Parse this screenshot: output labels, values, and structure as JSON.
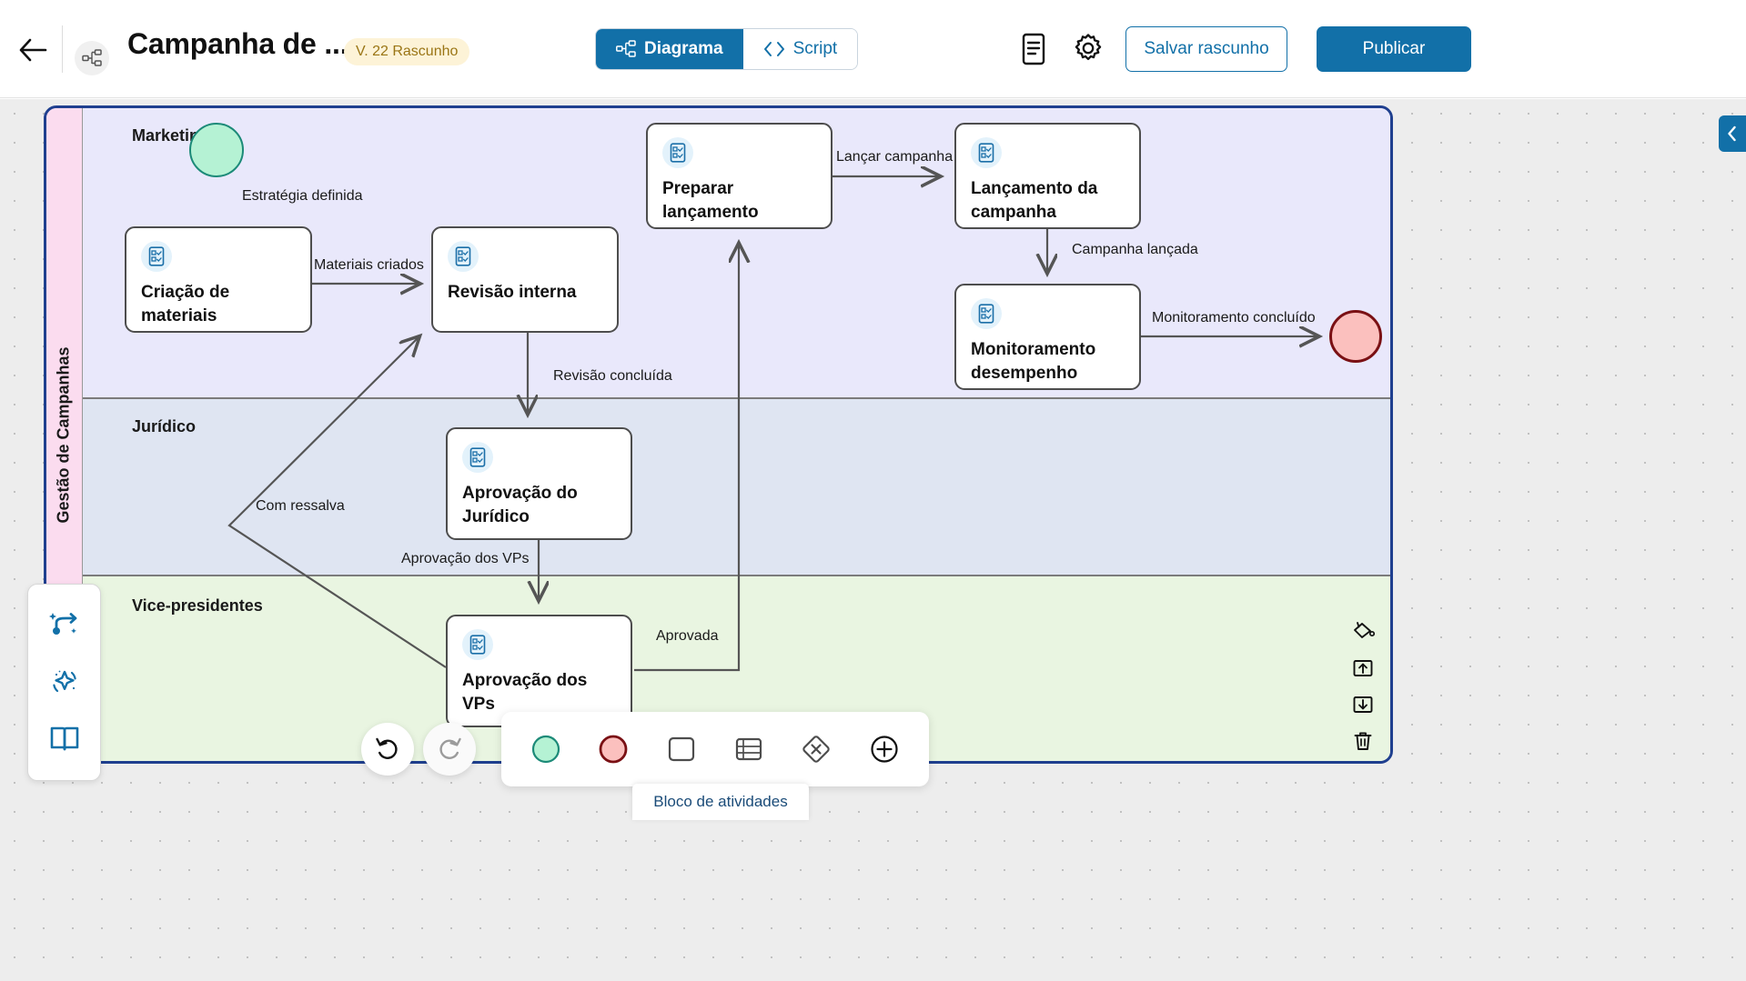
{
  "header": {
    "back_icon": "arrow-left-icon",
    "doc_icon": "diagram-node-icon",
    "title": "Campanha de ...",
    "version_badge": "V. 22 Rascunho",
    "modes": [
      {
        "label": "Diagrama",
        "icon": "diagram-icon",
        "active": true
      },
      {
        "label": "Script",
        "icon": "code-brackets-icon",
        "active": false
      }
    ],
    "doc_panel_icon": "document-list-icon",
    "settings_icon": "gear-icon",
    "save_draft_label": "Salvar rascunho",
    "publish_label": "Publicar",
    "accent": "#1270a8",
    "badge_bg": "#fdf3d7",
    "badge_fg": "#9a7515"
  },
  "pool": {
    "name": "Gestão de Campanhas",
    "header_color": "#fbdcef",
    "border_color": "#1f3f8f",
    "lanes": [
      {
        "name": "Marketing",
        "color": "#e9e8fb"
      },
      {
        "name": "Jurídico",
        "color": "#dfe5f2"
      },
      {
        "name": "Vice-presidentes",
        "color": "#e9f5e1"
      }
    ]
  },
  "diagram": {
    "start_event": {
      "name": "start-event",
      "lane": "Marketing",
      "fill": "#b5f2d4",
      "stroke": "#1c8a78"
    },
    "end_event": {
      "name": "end-event",
      "lane": "Marketing",
      "fill": "#fbc0be",
      "stroke": "#7a1014"
    },
    "tasks": [
      {
        "id": "criacao",
        "label": "Criação de materiais",
        "lane": "Marketing",
        "icon": "task-checklist-icon"
      },
      {
        "id": "revisao",
        "label": "Revisão interna",
        "lane": "Marketing",
        "icon": "task-checklist-icon"
      },
      {
        "id": "preparar",
        "label": "Preparar lançamento",
        "lane": "Marketing",
        "icon": "task-checklist-icon"
      },
      {
        "id": "lancamento",
        "label": "Lançamento da campanha",
        "lane": "Marketing",
        "icon": "task-checklist-icon"
      },
      {
        "id": "monitoramento",
        "label": "Monitoramento desempenho",
        "lane": "Marketing",
        "icon": "task-checklist-icon"
      },
      {
        "id": "juridico",
        "label": "Aprovação do Jurídico",
        "lane": "Jurídico",
        "icon": "task-checklist-icon"
      },
      {
        "id": "vps",
        "label": "Aprovação dos VPs",
        "lane": "Vice-presidentes",
        "icon": "task-checklist-icon"
      }
    ],
    "flow_labels": [
      {
        "id": "l1",
        "text": "Estratégia definida"
      },
      {
        "id": "l2",
        "text": "Materiais criados"
      },
      {
        "id": "l3",
        "text": "Revisão concluída"
      },
      {
        "id": "l4",
        "text": "Aprovação dos VPs"
      },
      {
        "id": "l5",
        "text": "Com ressalva"
      },
      {
        "id": "l6",
        "text": "Aprovada"
      },
      {
        "id": "l7",
        "text": "Lançar campanha"
      },
      {
        "id": "l8",
        "text": "Campanha lançada"
      },
      {
        "id": "l9",
        "text": "Monitoramento concluído"
      }
    ]
  },
  "ai_panel": {
    "buttons": [
      {
        "name": "magic-flow-icon"
      },
      {
        "name": "sparkle-icon"
      },
      {
        "name": "book-icon"
      }
    ]
  },
  "right_tools": {
    "buttons": [
      {
        "name": "paint-bucket-icon"
      },
      {
        "name": "bring-to-front-icon"
      },
      {
        "name": "send-to-back-icon"
      },
      {
        "name": "trash-icon"
      }
    ]
  },
  "collapse_tab": {
    "icon": "chevron-left-icon"
  },
  "bottom_toolbar": {
    "undo": {
      "name": "undo-icon"
    },
    "redo": {
      "name": "redo-icon",
      "disabled": true
    },
    "shapes": [
      {
        "name": "start-event-shape",
        "fill": "#b5f2d4",
        "stroke": "#1c8a78"
      },
      {
        "name": "end-event-shape",
        "fill": "#fbc0be",
        "stroke": "#7a1014"
      },
      {
        "name": "task-shape",
        "fill": "#ffffff",
        "stroke": "#4d4d4d"
      },
      {
        "name": "activity-block-shape",
        "fill": "#ffffff",
        "stroke": "#4d4d4d"
      },
      {
        "name": "gateway-shape",
        "fill": "#ffffff",
        "stroke": "#4d4d4d"
      },
      {
        "name": "add-shape",
        "fill": "#ffffff",
        "stroke": "#111111"
      }
    ],
    "tooltip": "Bloco de atividades"
  }
}
